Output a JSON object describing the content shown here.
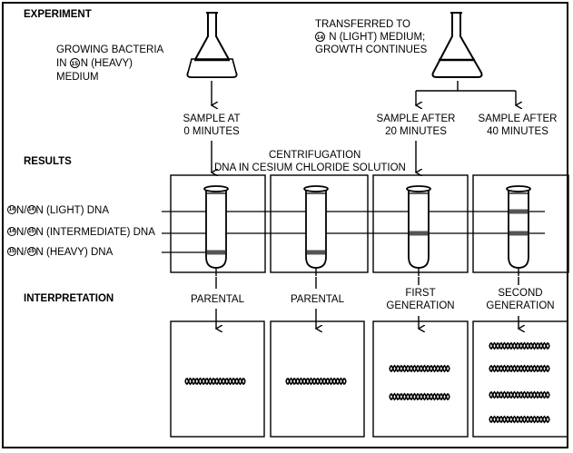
{
  "sections": {
    "experiment": "EXPERIMENT",
    "results": "RESULTS",
    "interpretation": "INTERPRETATION"
  },
  "experiment": {
    "heavy_growth": [
      "GROWING BACTERIA",
      "IN",
      "N (HEAVY)",
      "MEDIUM"
    ],
    "transfer": [
      "TRANSFERRED TO",
      "N (LIGHT) MEDIUM;",
      "GROWTH CONTINUES"
    ],
    "samples": [
      [
        "SAMPLE AT",
        "0 MINUTES"
      ],
      [
        "SAMPLE AFTER",
        "20 MINUTES"
      ],
      [
        "SAMPLE AFTER",
        "40 MINUTES"
      ]
    ],
    "centrifugation": [
      "CENTRIFUGATION",
      "DNA IN CESIUM CHLORIDE SOLUTION"
    ]
  },
  "isotopes": {
    "light": "14",
    "heavy": "15"
  },
  "bands": {
    "light": "N (LIGHT) DNA",
    "intermediate": "N (INTERMEDIATE) DNA",
    "heavy": "N (HEAVY) DNA"
  },
  "interpretation": [
    [
      "PARENTAL"
    ],
    [
      "PARENTAL"
    ],
    [
      "FIRST",
      "GENERATION"
    ],
    [
      "SECOND",
      "GENERATION"
    ]
  ],
  "molecule_counts": [
    1,
    1,
    2,
    4
  ],
  "band_positions": [
    "heavy",
    "heavy",
    "intermediate",
    "light-and-intermediate"
  ]
}
